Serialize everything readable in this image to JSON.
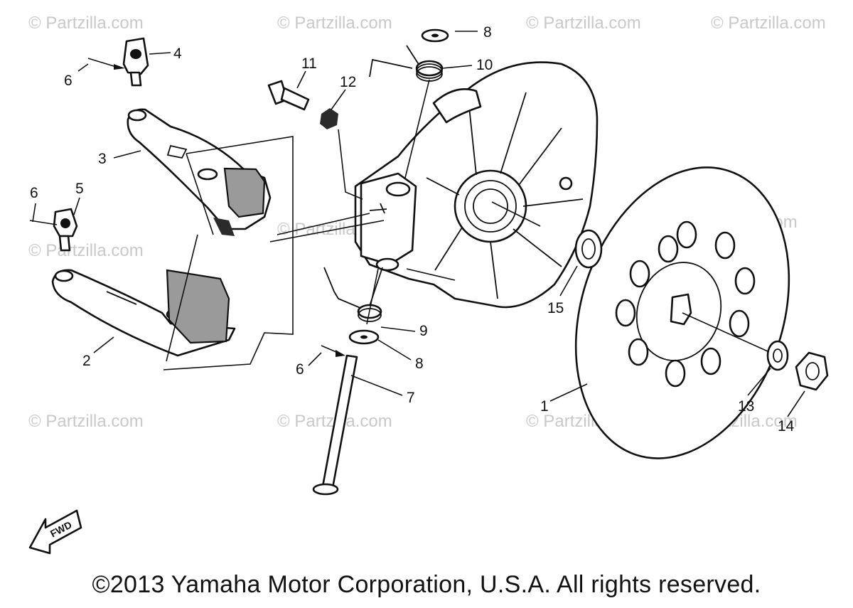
{
  "watermark": "© Partzilla.com",
  "center_watermark": "© partzilla.com",
  "fwd_label": "FWD",
  "copyright": "©2013 Yamaha Motor Corporation, U.S.A. All rights reserved.",
  "callouts": {
    "c1": "1",
    "c2": "2",
    "c3": "3",
    "c4": "4",
    "c5": "5",
    "c6a": "6",
    "c6b": "6",
    "c6c": "6",
    "c7": "7",
    "c8a": "8",
    "c8b": "8",
    "c9": "9",
    "c10": "10",
    "c11": "11",
    "c12": "12",
    "c13": "13",
    "c14": "14",
    "c15": "15"
  }
}
